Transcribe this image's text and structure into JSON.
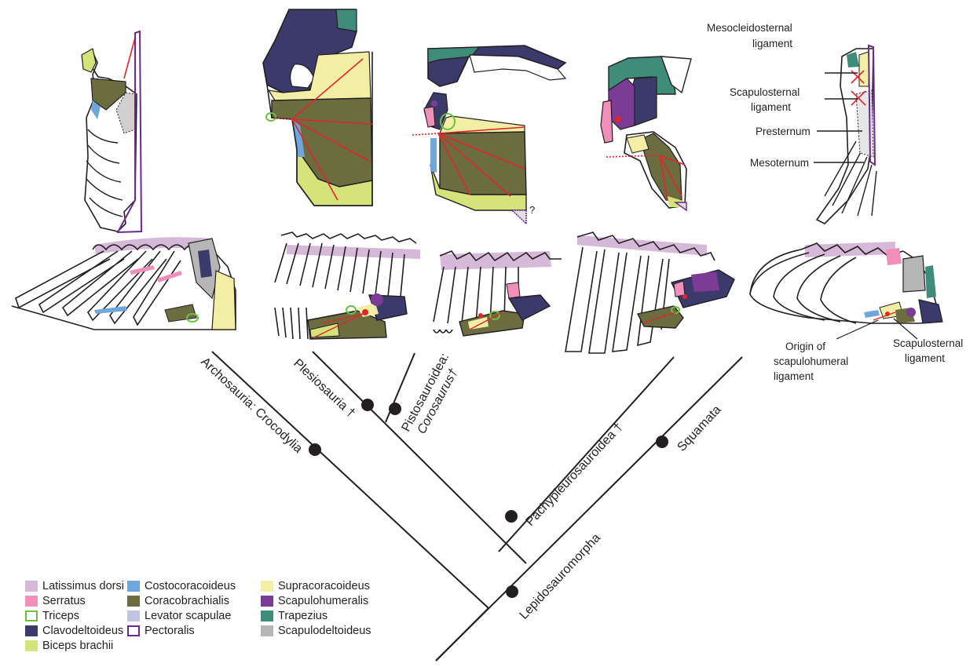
{
  "clades": {
    "crocodylia": "Archosauria: Crocodylia",
    "plesiosauria": "Plesiosauria †",
    "pistosauroidea_line1": "Pistosauroidea:",
    "pistosauroidea_line2": "Corosaurus†",
    "pachypleurosauroidea": "Pachypleurosauroidea †",
    "squamata": "Squamata",
    "lepidosauromorpha": "Lepidosauromorpha"
  },
  "annotations": {
    "mesocleidosternal_1": "Mesocleidosternal",
    "mesocleidosternal_2": "ligament",
    "scapulosternal_1": "Scapulosternal",
    "scapulosternal_2": "ligament",
    "presternum": "Presternum",
    "mesosternum": "Mesoternum",
    "origin_1": "Origin of",
    "origin_2": "scapulohumeral",
    "origin_3": "ligament",
    "scapulosternal_b1": "Scapulosternal",
    "scapulosternal_b2": "ligament",
    "uncertain": "?"
  },
  "legend": [
    {
      "label": "Latissimus dorsi",
      "color": "#d6b8d9",
      "style": "fill"
    },
    {
      "label": "Serratus",
      "color": "#ef8fba",
      "style": "fill"
    },
    {
      "label": "Triceps",
      "color": "#6dbf43",
      "style": "outline"
    },
    {
      "label": "Clavodeltoideus",
      "color": "#3b3a6b",
      "style": "fill"
    },
    {
      "label": "Biceps brachii",
      "color": "#d4e37a",
      "style": "fill"
    },
    {
      "label": "Costocoracoideus",
      "color": "#6fa7dc",
      "style": "fill"
    },
    {
      "label": "Coracobrachialis",
      "color": "#6b6d40",
      "style": "fill"
    },
    {
      "label": "Levator scapulae",
      "color": "#c1c3e2",
      "style": "fill"
    },
    {
      "label": "Pectoralis",
      "color": "#6a2c8c",
      "style": "outline"
    },
    {
      "label": "Supracoracoideus",
      "color": "#f2eea4",
      "style": "fill"
    },
    {
      "label": "Scapulohumeralis",
      "color": "#7c3b94",
      "style": "fill"
    },
    {
      "label": "Trapezius",
      "color": "#3f8c7b",
      "style": "fill"
    },
    {
      "label": "Scapulodeltoideus",
      "color": "#b7b6b6",
      "style": "fill"
    }
  ]
}
